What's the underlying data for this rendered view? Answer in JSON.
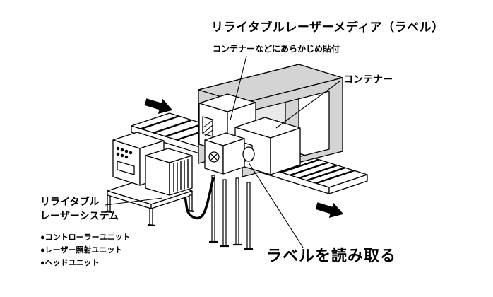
{
  "diagram": {
    "title": "リライタブルレーザーメディア（ラベル）",
    "subtitle": "コンテナーなどにあらかじめ貼付",
    "container_label": "コンテナー",
    "system_label": {
      "line1": "リライタブル",
      "line2": "レーザーシステム"
    },
    "system_components": [
      "●コントローラーユニット",
      "●レーザー照射ユニット",
      "●ヘッドユニット"
    ],
    "read_label": "ラベルを読み取る",
    "colors": {
      "outline": "#000000",
      "tunnel_gray": "#d4d4d4",
      "interior_gray": "#e9e9e9",
      "arrow_black": "#000000",
      "background": "#ffffff"
    }
  }
}
